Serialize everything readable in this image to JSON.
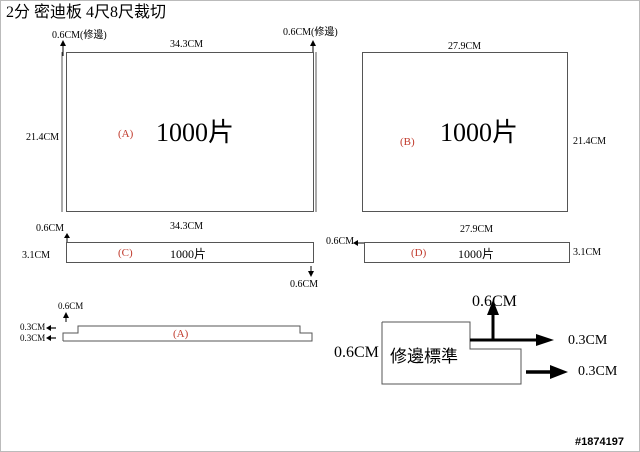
{
  "title": "2分 密迪板 4尺8尺裁切",
  "watermark": "#1874197",
  "panel_a": {
    "label": "(A)",
    "qty": "1000片",
    "width": "34.3CM",
    "height": "21.4CM",
    "trim_left": "0.6CM(修邊)",
    "trim_right": "0.6CM(修邊)"
  },
  "panel_b": {
    "label": "(B)",
    "qty": "1000片",
    "width": "27.9CM",
    "height": "21.4CM"
  },
  "panel_c": {
    "label": "(C)",
    "qty": "1000片",
    "width": "34.3CM",
    "height": "3.1CM",
    "trim_left": "0.6CM",
    "trim_bottom": "0.6CM"
  },
  "panel_d": {
    "label": "(D)",
    "qty": "1000片",
    "width": "27.9CM",
    "height": "3.1CM",
    "trim_left": "0.6CM"
  },
  "profile": {
    "label": "(A)",
    "step": "0.6CM",
    "offset_top": "0.3CM",
    "offset_bottom": "0.3CM"
  },
  "standard": {
    "label": "修邊標準",
    "vertical": "0.6CM",
    "left": "0.6CM",
    "right_top": "0.3CM",
    "right_bottom": "0.3CM"
  }
}
